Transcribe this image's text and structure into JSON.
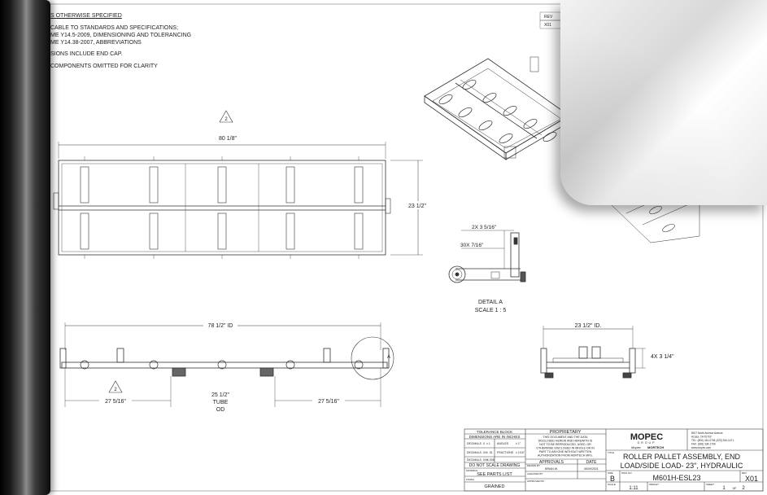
{
  "notes": {
    "line1": "S OTHERWISE SPECIFIED",
    "line2": "CABLE TO STANDARDS AND SPECIFICATIONS;",
    "line3": "ME Y14.5-2009, DIMENSIONING AND TOLERANCING",
    "line4": "ME Y14.38-2007, ABBREVIATIONS",
    "line5": "SIONS INCLUDE END CAP.",
    "line6": "COMPONENTS OMITTED FOR CLARITY"
  },
  "revision_table": {
    "header": "REV",
    "value": "X01"
  },
  "dimensions": {
    "top_length": "80 1/8\"",
    "top_width": "23 1/2\"",
    "front_id": "78 1/2\" ID",
    "left_offset": "27 5/16\"",
    "right_offset": "27 5/16\"",
    "tube_od_1": "25 1/2\"",
    "tube_od_2": "TUBE",
    "tube_od_3": "OD",
    "side_id": "23 1/2\" ID.",
    "side_height": "4X 3 1/4\"",
    "detail_dim_1": "2X 3 5/16\"",
    "detail_dim_2": "30X 7/16\""
  },
  "callouts": {
    "note_flag": "2",
    "detail_letter": "A"
  },
  "detail": {
    "title": "DETAIL A",
    "scale": "SCALE 1 : 5"
  },
  "title_block": {
    "tolerance_title": "TOLERANCE BLOCK",
    "tolerance_sub": "DIMENSIONS ARE IN INCHES",
    "tol_r1_label": "DECIMALS .X",
    "tol_r1_val": "± 1",
    "tol_r1_label2": "ANGLES",
    "tol_r1_val2": "± 1°",
    "tol_r2_label": "DECIMALS .XX",
    "tol_r2_val": "± .01",
    "tol_r2_label2": "FRACTIONS",
    "tol_r2_val2": "± 1/16\"",
    "tol_r3_label": "DECIMALS .XXX",
    "tol_r3_val": "± .005",
    "do_not_scale": "DO NOT SCALE DRAWING",
    "material_label": "MATERIAL",
    "material": "SEE PARTS LIST",
    "finish_label": "FINISH",
    "finish": "GRAINED",
    "proprietary_title": "PROPRIETARY",
    "proprietary_text": [
      "THIS DOCUMENT AND THE DATA",
      "DISCLOSED HEREIN AND HEREWITH IS",
      "NOT TO BE REPRODUCED, USED, OR",
      "OTHERWISE DISCLOSED IN WHOLE OR IN",
      "PART TO ANYONE WITHOUT WRITTEN",
      "AUTHORIZATION FROM MORTECH MFG."
    ],
    "approvals": "APPROVALS",
    "date_label": "DATE",
    "drawn_label": "DRAWN BY",
    "drawn_by": "BRIAN W.",
    "drawn_date": "06/09/2021",
    "checked_label": "CHECKED BY",
    "approved_label": "APPROVED BY",
    "brand": "MOPEC",
    "brand_sub": "GROUP",
    "sub_brand_1": "Mopec",
    "sub_brand_2": "MORTECH",
    "address_1": "8917 North Avenue Avenue",
    "address_2": "Azusa, CA 91702",
    "address_3": "TEL: (800) 410-0754 (323) 334-1471",
    "address_4": "FAX: (626) 334-1706",
    "address_5": "www.mopec.com",
    "title_label": "TITLE",
    "title_1": "ROLLER PALLET ASSEMBLY, END",
    "title_2": "LOAD/SIDE LOAD- 23\", HYDRAULIC",
    "size_label": "SIZE",
    "size": "B",
    "dwg_label": "DWG NO",
    "dwg": "M601H-ESL23",
    "rev_label": "REV",
    "rev": "X01",
    "scale_label": "SCALE",
    "scale": "1:11",
    "weight_label": "WEIGHT",
    "sheet_label": "SHEET",
    "sheet_num": "1",
    "sheet_of": "OF",
    "sheet_total": "2"
  }
}
